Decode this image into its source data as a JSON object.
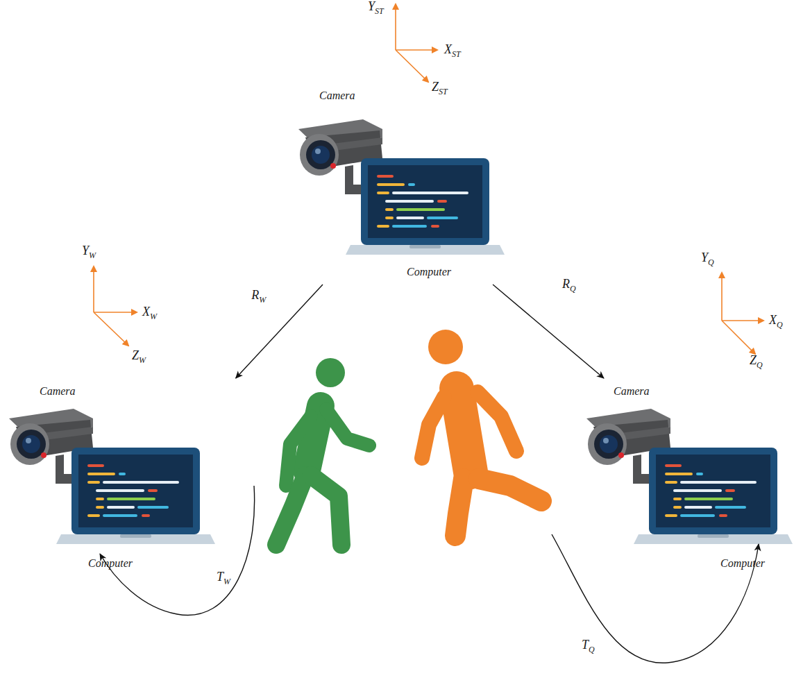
{
  "diagram": {
    "nodes": [
      {
        "text": [
          "Camera",
          "Computer"
        ]
      },
      {
        "text": [
          "Camera",
          "Computer"
        ]
      },
      {
        "text": [
          "Camera",
          "Computer"
        ]
      }
    ],
    "edges": [
      {
        "from": 0,
        "to": 1,
        "arrow": "to",
        "label": "RW"
      },
      {
        "from": 0,
        "to": 2,
        "arrow": "to",
        "label": "RQ"
      }
    ],
    "labels": [
      "YST",
      "XST",
      "ZST",
      "YW",
      "XW",
      "ZW",
      "YQ",
      "XQ",
      "ZQ",
      "TW",
      "TQ"
    ]
  }
}
